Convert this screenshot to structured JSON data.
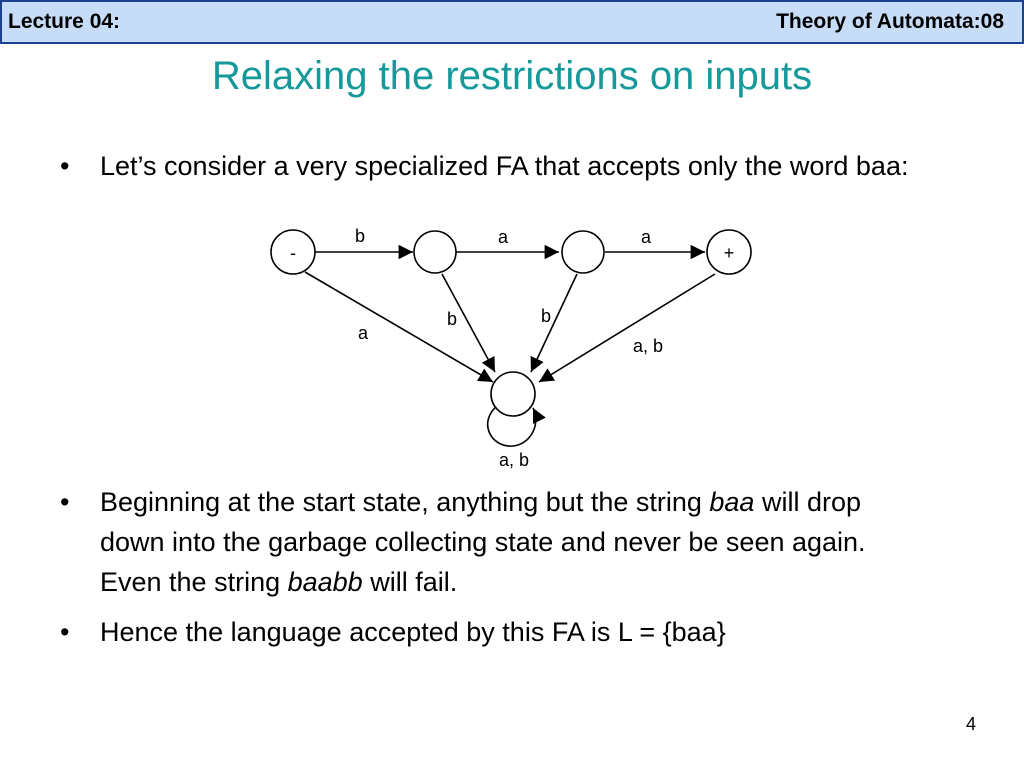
{
  "header": {
    "left": "Lecture 04:",
    "right": "Theory of Automata:08"
  },
  "title": "Relaxing the restrictions on inputs",
  "bullets": {
    "b1": "Let’s consider a very specialized FA that accepts only the word baa:",
    "b2_part1": "Beginning at the start state, anything but the string ",
    "b2_italic1": "baa",
    "b2_part2": " will drop down into the garbage collecting state and never be seen again. Even the string ",
    "b2_italic2": "baabb",
    "b2_part3": " will fail.",
    "b3": "Hence the language accepted by this FA is L = {baa}"
  },
  "bullet_symbol": "•",
  "diagram": {
    "states": {
      "start": "-",
      "final": "+"
    },
    "edges": {
      "start_to_q1": "b",
      "q1_to_q2": "a",
      "q2_to_final": "a",
      "start_to_garbage": "a",
      "q1_to_garbage": "b",
      "q2_to_garbage": "b",
      "final_to_garbage": "a, b",
      "garbage_loop": "a, b"
    }
  },
  "page_number": "4"
}
